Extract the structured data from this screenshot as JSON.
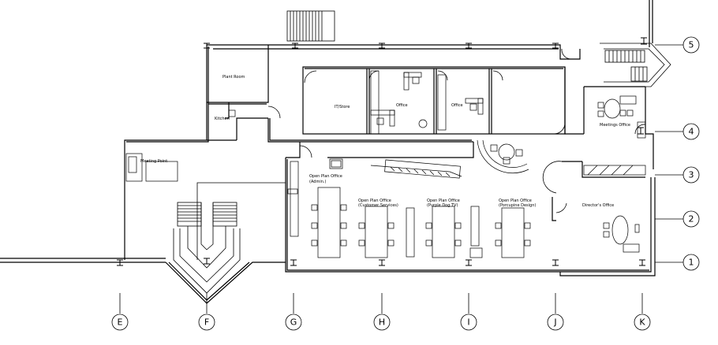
{
  "grid_columns": [
    "E",
    "F",
    "G",
    "H",
    "I",
    "J",
    "K"
  ],
  "grid_rows": [
    "5",
    "4",
    "3",
    "2",
    "1"
  ],
  "rooms": {
    "plant_room": "Plant Room",
    "kitchen": "Kitchen",
    "it_store": "IT/Store",
    "office_1": "Office",
    "office_2": "Office",
    "meeting_point": "Meeting Point",
    "open_plan_admin_1": "Open Plan Office",
    "open_plan_admin_2": "(Admin.)",
    "open_plan_cs_1": "Open Plan Office",
    "open_plan_cs_2": "(Customer Services)",
    "open_plan_pdtv_1": "Open Plan Office",
    "open_plan_pdtv_2": "(Purple Dog TV)",
    "open_plan_porc_1": "Open Plan Office",
    "open_plan_porc_2": "(Porcupine Design)",
    "meetings_office": "Meetings Office",
    "directors_office": "Director's Office"
  }
}
